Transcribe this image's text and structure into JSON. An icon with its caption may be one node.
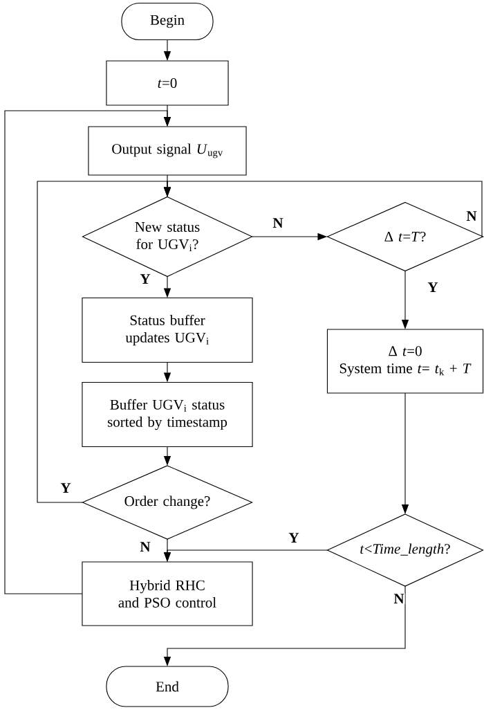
{
  "diagram": {
    "nodes": [
      {
        "text": [
          "Begin"
        ]
      },
      {
        "text": [
          "*t*=0"
        ]
      },
      {
        "text": [
          "Output signal *U*$_{ugv}$"
        ]
      },
      {
        "text": [
          "New status for UGV$_{i}$?"
        ]
      },
      {
        "text": [
          "Δ *t*=*T*?"
        ]
      },
      {
        "text": [
          "Status buffer updates UGV$_{i}$"
        ]
      },
      {
        "text": [
          "Buffer UGV$_{i}$ status sorted by timestamp"
        ]
      },
      {
        "text": [
          "Order change?"
        ]
      },
      {
        "text": [
          "Δ *t*=0",
          "System time *t*= *t*$_{k}$ + *T*"
        ]
      },
      {
        "text": [
          "*t*<*Time_length*?"
        ]
      },
      {
        "text": [
          "Hybrid RHC and PSO control"
        ]
      },
      {
        "text": [
          "End"
        ]
      }
    ],
    "edges": [
      {
        "from": 0,
        "to": 1,
        "arrow": "to"
      },
      {
        "from": 1,
        "to": 2,
        "arrow": "to"
      },
      {
        "from": 10,
        "to": 2,
        "arrow": "to"
      },
      {
        "from": 2,
        "to": 3,
        "arrow": "to"
      },
      {
        "from": 3,
        "to": 4,
        "arrow": "to",
        "label": "N"
      },
      {
        "from": 3,
        "to": 5,
        "arrow": "to",
        "label": "Y"
      },
      {
        "from": 4,
        "to": 8,
        "arrow": "to",
        "label": "Y"
      },
      {
        "from": 4,
        "to": 3,
        "arrow": "to",
        "label": "N"
      },
      {
        "from": 5,
        "to": 6,
        "arrow": "to"
      },
      {
        "from": 6,
        "to": 7,
        "arrow": "to"
      },
      {
        "from": 7,
        "to": 3,
        "arrow": "to",
        "label": "Y"
      },
      {
        "from": 7,
        "to": 10,
        "arrow": "to",
        "label": "N"
      },
      {
        "from": 8,
        "to": 9,
        "arrow": "to"
      },
      {
        "from": 9,
        "to": 10,
        "arrow": "to",
        "label": "Y"
      },
      {
        "from": 9,
        "to": 11,
        "arrow": "to",
        "label": "N"
      }
    ]
  }
}
